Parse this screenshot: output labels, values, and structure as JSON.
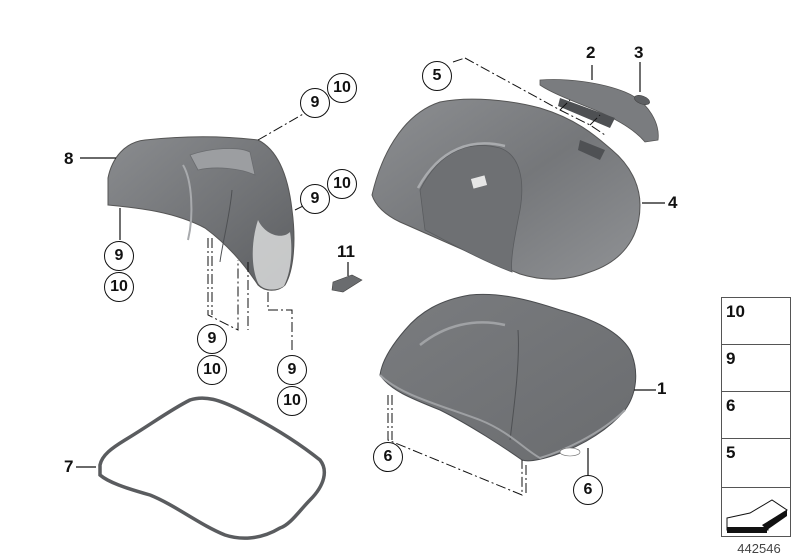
{
  "diagram": {
    "type": "exploded-parts-diagram",
    "document_number": "442546",
    "callouts": [
      {
        "id": "c1",
        "label": "1",
        "style": "plain"
      },
      {
        "id": "c2",
        "label": "2",
        "style": "plain"
      },
      {
        "id": "c3",
        "label": "3",
        "style": "plain"
      },
      {
        "id": "c4",
        "label": "4",
        "style": "plain"
      },
      {
        "id": "c5",
        "label": "5",
        "style": "circled"
      },
      {
        "id": "c6a",
        "label": "6",
        "style": "circled"
      },
      {
        "id": "c6b",
        "label": "6",
        "style": "circled"
      },
      {
        "id": "c7",
        "label": "7",
        "style": "plain"
      },
      {
        "id": "c8",
        "label": "8",
        "style": "plain"
      },
      {
        "id": "c9a",
        "label": "9",
        "style": "circled"
      },
      {
        "id": "c10a",
        "label": "10",
        "style": "circled"
      },
      {
        "id": "c9b",
        "label": "9",
        "style": "circled"
      },
      {
        "id": "c10b",
        "label": "10",
        "style": "circled"
      },
      {
        "id": "c9c",
        "label": "9",
        "style": "circled"
      },
      {
        "id": "c10c",
        "label": "10",
        "style": "circled"
      },
      {
        "id": "c9d",
        "label": "9",
        "style": "circled"
      },
      {
        "id": "c10d",
        "label": "10",
        "style": "circled"
      },
      {
        "id": "c9e",
        "label": "9",
        "style": "circled"
      },
      {
        "id": "c10e",
        "label": "10",
        "style": "circled"
      },
      {
        "id": "c11",
        "label": "11",
        "style": "plain"
      }
    ],
    "parts": [
      {
        "label": "1",
        "name": "inner-shell-lower"
      },
      {
        "label": "2",
        "name": "trim-strip"
      },
      {
        "label": "3",
        "name": "emblem"
      },
      {
        "label": "4",
        "name": "lid-inner-shell"
      },
      {
        "label": "5",
        "name": "expanding-rivet"
      },
      {
        "label": "6",
        "name": "screw"
      },
      {
        "label": "7",
        "name": "seal-gasket"
      },
      {
        "label": "8",
        "name": "backrest-cover"
      },
      {
        "label": "9",
        "name": "clip-nut"
      },
      {
        "label": "10",
        "name": "screw"
      },
      {
        "label": "11",
        "name": "small-bracket"
      }
    ],
    "legend": [
      {
        "label": "10",
        "icon": "screw-icon"
      },
      {
        "label": "9",
        "icon": "clip-nut-icon"
      },
      {
        "label": "6",
        "icon": "screw-icon"
      },
      {
        "label": "5",
        "icon": "rivet-icon"
      },
      {
        "label": "",
        "icon": "direction-arrow-icon"
      }
    ],
    "colors": {
      "part_fill": "#7d7f82",
      "part_dark": "#5e6063",
      "part_light": "#b8babd",
      "line": "#111111",
      "background": "#ffffff"
    }
  }
}
